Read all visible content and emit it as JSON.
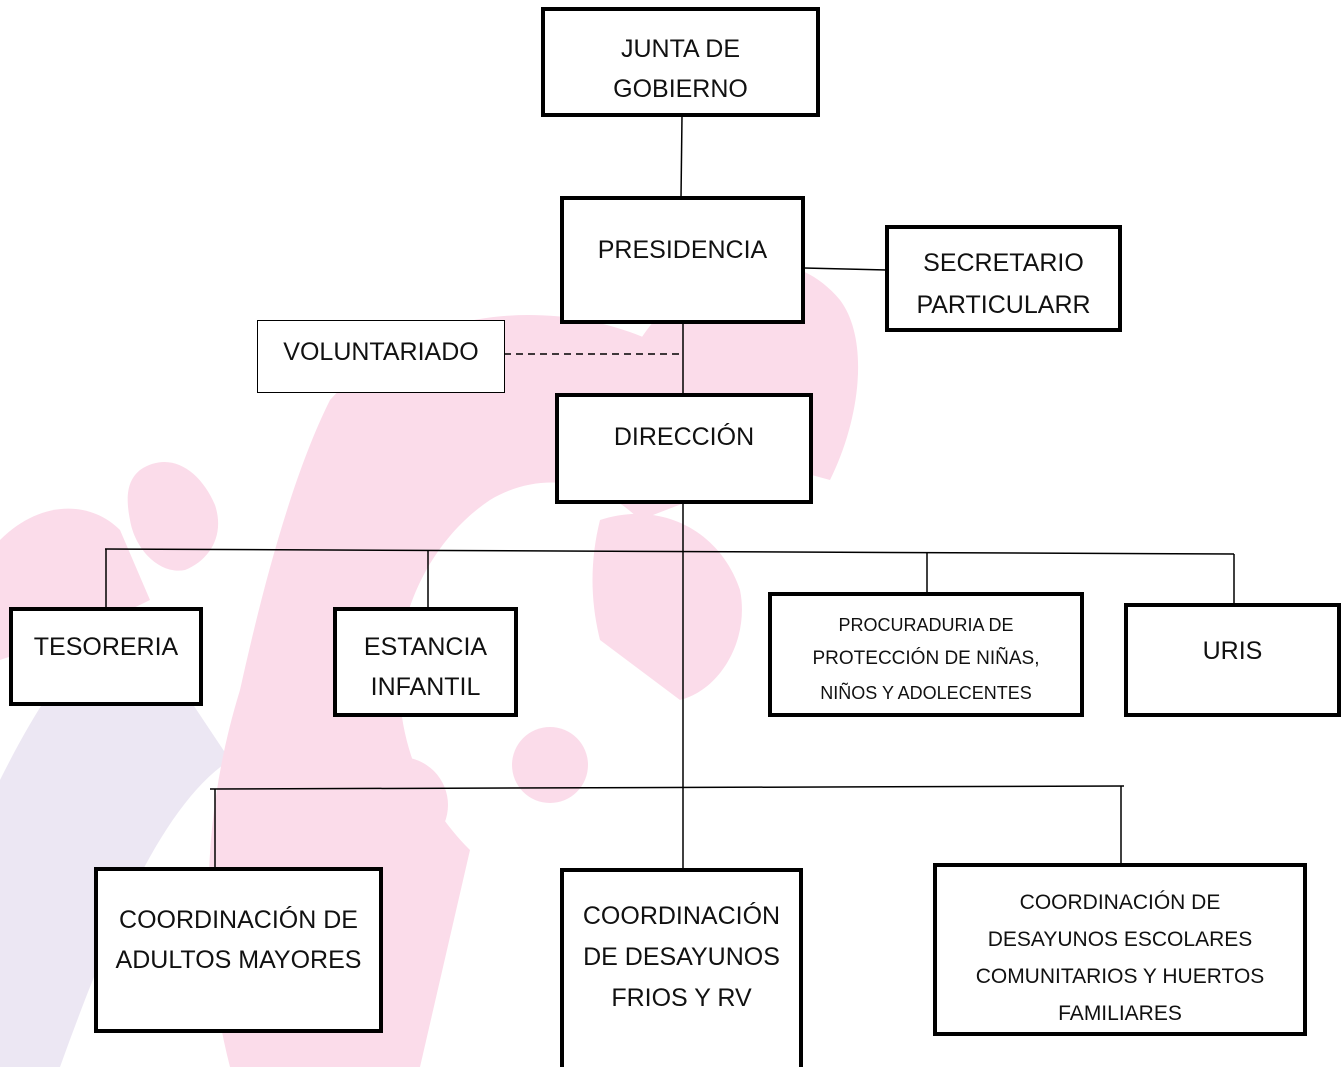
{
  "org_chart": {
    "junta": {
      "line1": "JUNTA DE",
      "line2": "GOBIERNO"
    },
    "presidencia": {
      "line1": "PRESIDENCIA"
    },
    "secretario": {
      "line1": "SECRETARIO",
      "line2": "PARTICULARR"
    },
    "voluntariado": {
      "line1": "VOLUNTARIADO"
    },
    "direccion": {
      "line1": "DIRECCIÓN"
    },
    "tesoreria": {
      "line1": "TESORERIA"
    },
    "estancia": {
      "line1": "ESTANCIA",
      "line2": "INFANTIL"
    },
    "procuraduria": {
      "line1": "PROCURADURIA DE",
      "line2": "PROTECCIÓN DE NIÑAS,",
      "line3": "NIÑOS Y ADOLECENTES"
    },
    "uris": {
      "line1": "URIS"
    },
    "adultos": {
      "line1": "COORDINACIÓN DE",
      "line2": "ADULTOS MAYORES"
    },
    "desayunos_frios": {
      "line1": "COORDINACIÓN",
      "line2": "DE DESAYUNOS",
      "line3": "FRIOS Y RV"
    },
    "desayunos_escolares": {
      "line1": "COORDINACIÓN  DE",
      "line2": "DESAYUNOS  ESCOLARES",
      "line3": "COMUNITARIOS  Y HUERTOS",
      "line4": "FAMILIARES"
    }
  },
  "colors": {
    "watermark_pink": "#fbdcea",
    "watermark_lavender": "#ece7f3",
    "line": "#000000"
  }
}
